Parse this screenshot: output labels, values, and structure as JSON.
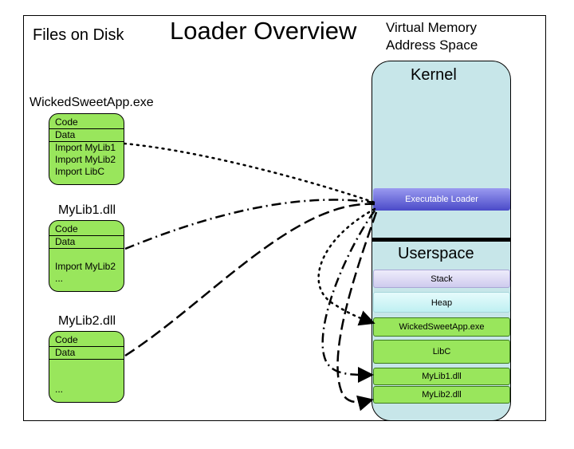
{
  "title": "Loader Overview",
  "files_heading": "Files on Disk",
  "vm_heading_line1": "Virtual Memory",
  "vm_heading_line2": "Address Space",
  "files": [
    {
      "name": "WickedSweetApp.exe",
      "rows": [
        "Code",
        "Data",
        "Import MyLib1",
        "Import MyLib2",
        "Import LibC"
      ]
    },
    {
      "name": "MyLib1.dll",
      "rows": [
        "Code",
        "Data",
        "",
        "Import MyLib2",
        "..."
      ]
    },
    {
      "name": "MyLib2.dll",
      "rows": [
        "Code",
        "Data",
        "",
        "",
        "..."
      ]
    }
  ],
  "memory": {
    "kernel": "Kernel",
    "loader": "Executable Loader",
    "userspace": "Userspace",
    "stack": "Stack",
    "heap": "Heap",
    "modules": [
      "WickedSweetApp.exe",
      "LibC",
      "MyLib1.dll",
      "MyLib2.dll"
    ]
  },
  "colors": {
    "file_fill": "#99e65c",
    "vm_fill": "#c7e6e9",
    "loader_fill": "#5b5bd6",
    "stack_fill": "#d9d6f2",
    "heap_fill": "#c9f1f3",
    "module_fill": "#99e65c"
  }
}
